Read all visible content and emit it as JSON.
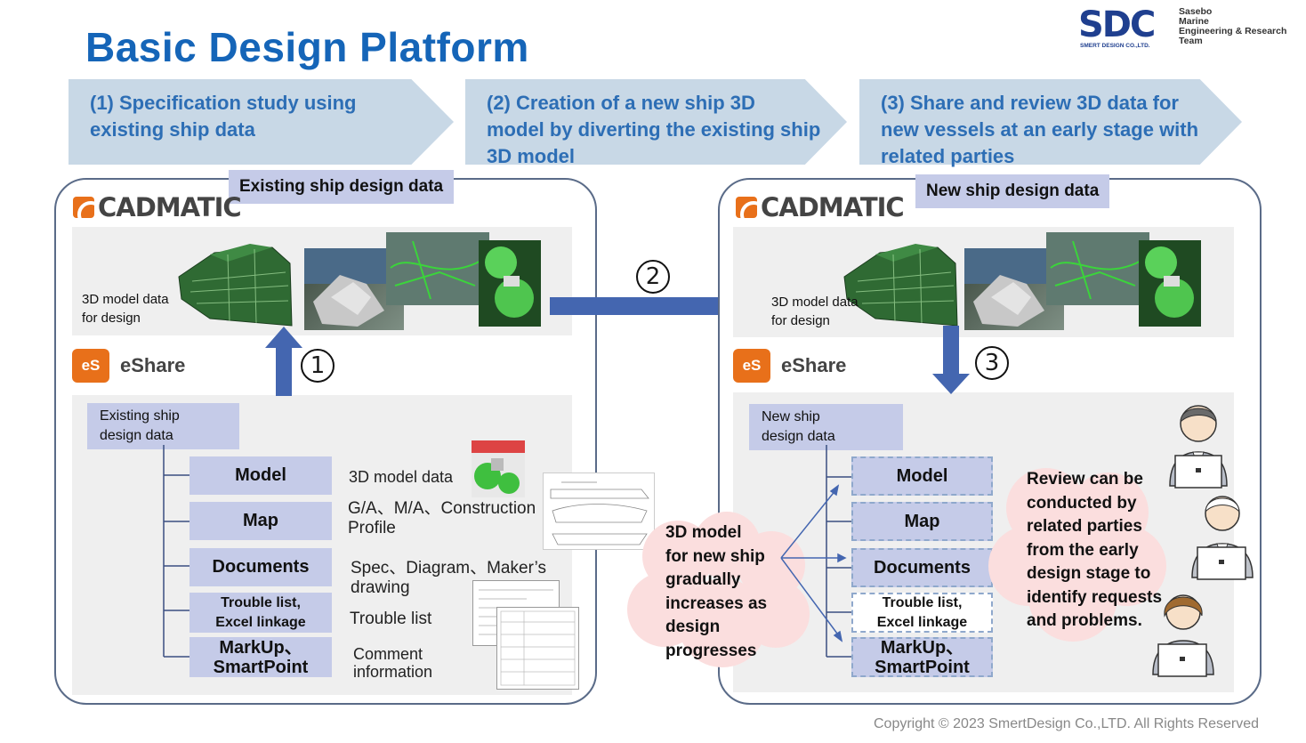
{
  "title": "Basic Design Platform",
  "logo": {
    "mark": "SDC",
    "sub": "SMERT DESIGN CO.,LTD."
  },
  "team": {
    "line1": "Sasebo",
    "line2": "Marine",
    "line3": "Engineering & Research",
    "line4": "Team"
  },
  "steps": [
    {
      "line1": "(1) Specification study using",
      "line2": "existing ship data",
      "line3": ""
    },
    {
      "line1": "(2) Creation of a new ship 3D",
      "line2": "model by diverting the existing ship",
      "line3": "3D model"
    },
    {
      "line1": "(3) Share and review 3D data for",
      "line2": "new vessels at an early stage with",
      "line3": "related parties"
    }
  ],
  "left_panel": {
    "tag": "Existing ship design data",
    "cadmatic": "CADMATIC",
    "model_label_1": "3D model data",
    "model_label_2": "for design",
    "eshare_icon": "eS",
    "eshare": "eShare",
    "group_line1": "Existing ship",
    "group_line2": "design data",
    "items": {
      "model": "Model",
      "map": "Map",
      "documents": "Documents",
      "trouble_1": "Trouble list,",
      "trouble_2": "Excel linkage",
      "markup_1": "MarkUp、",
      "markup_2": "SmartPoint"
    },
    "descs": {
      "model": "3D model data",
      "map_1": "G/A、M/A、Construction",
      "map_2": "Profile",
      "docs_1": "Spec、Diagram、Maker’s",
      "docs_2": "drawing",
      "trouble": "Trouble list",
      "comment_1": "Comment",
      "comment_2": "information"
    }
  },
  "right_panel": {
    "tag": "New ship design data",
    "cadmatic": "CADMATIC",
    "model_label_1": "3D model data",
    "model_label_2": "for design",
    "eshare_icon": "eS",
    "eshare": "eShare",
    "group_line1": "New ship",
    "group_line2": "design data",
    "items": {
      "model": "Model",
      "map": "Map",
      "documents": "Documents",
      "trouble_1": "Trouble list,",
      "trouble_2": "Excel linkage",
      "markup_1": "MarkUp、",
      "markup_2": "SmartPoint"
    },
    "cloud1": [
      "3D model",
      "for new ship",
      "gradually",
      "increases as",
      "design",
      "progresses"
    ],
    "cloud2": [
      "Review can be",
      "conducted by",
      "related parties",
      "from the early",
      "design stage to",
      "identify requests",
      "and problems."
    ]
  },
  "arrow_numbers": {
    "one": "1",
    "two": "2",
    "three": "3"
  },
  "copyright": "Copyright © 2023 SmertDesign Co.,LTD. All Rights Reserved",
  "colors": {
    "title": "#1565b8",
    "arrow": "#4466b0",
    "tag": "#c5cbe8",
    "step": "#c8d8e6",
    "accent": "#e8701a"
  }
}
